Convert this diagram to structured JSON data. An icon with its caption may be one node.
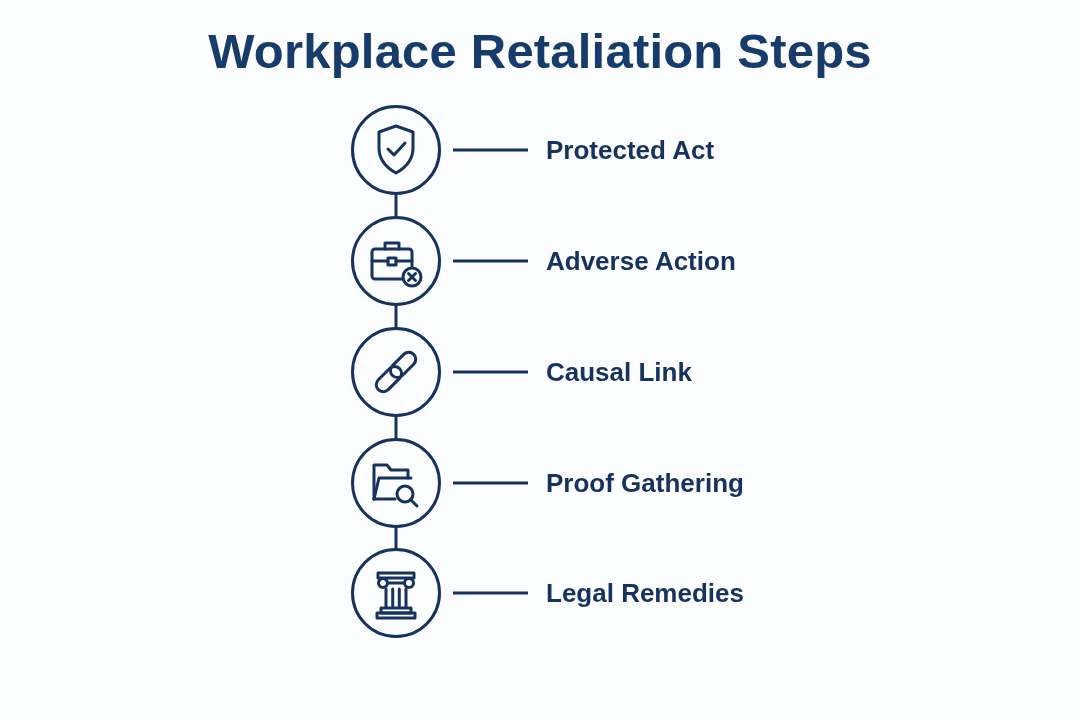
{
  "diagram": {
    "title": "Workplace Retaliation Steps",
    "nodes": [
      {
        "text": [],
        "shape": "circle"
      },
      {
        "text": [
          "Protected Act"
        ]
      },
      {
        "text": [],
        "shape": "circle"
      },
      {
        "text": [
          "Adverse Action"
        ]
      },
      {
        "text": [],
        "shape": "circle"
      },
      {
        "text": [
          "Causal Link"
        ]
      },
      {
        "text": [],
        "shape": "circle"
      },
      {
        "text": [
          "Proof Gathering"
        ]
      },
      {
        "text": [],
        "shape": "circle"
      },
      {
        "text": [
          "Legal Remedies"
        ]
      }
    ],
    "edges": [
      {
        "from": 0,
        "to": 1,
        "arrow": "none"
      },
      {
        "from": 0,
        "to": 2,
        "arrow": "none"
      },
      {
        "from": 2,
        "to": 3,
        "arrow": "none"
      },
      {
        "from": 2,
        "to": 4,
        "arrow": "none"
      },
      {
        "from": 4,
        "to": 5,
        "arrow": "none"
      },
      {
        "from": 4,
        "to": 6,
        "arrow": "none"
      },
      {
        "from": 6,
        "to": 7,
        "arrow": "none"
      },
      {
        "from": 6,
        "to": 8,
        "arrow": "none"
      },
      {
        "from": 8,
        "to": 9,
        "arrow": "none"
      }
    ]
  }
}
